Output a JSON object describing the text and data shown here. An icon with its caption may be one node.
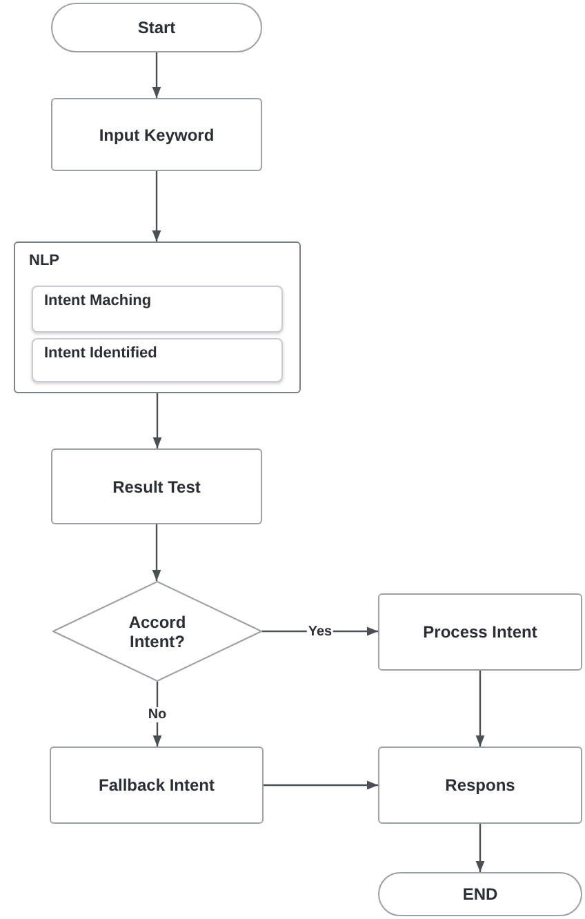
{
  "diagram": {
    "nodes": [
      {
        "text": [
          "Start"
        ]
      },
      {
        "text": [
          "Input Keyword"
        ]
      },
      {
        "text": [
          "NLP"
        ]
      },
      {
        "text": [
          "Intent Maching"
        ],
        "in": 2
      },
      {
        "text": [
          "Intent Identified"
        ],
        "in": 2
      },
      {
        "text": [
          "Result Test"
        ]
      },
      {
        "text": [
          "Accord Intent?"
        ]
      },
      {
        "text": [
          "Process Intent"
        ]
      },
      {
        "text": [
          "Fallback Intent"
        ]
      },
      {
        "text": [
          "Respons"
        ]
      },
      {
        "text": [
          "END"
        ]
      }
    ],
    "edges": [
      {
        "from": 0,
        "to": 1,
        "arrow": "to"
      },
      {
        "from": 1,
        "to": 2,
        "arrow": "to"
      },
      {
        "from": 2,
        "to": 5,
        "arrow": "to"
      },
      {
        "from": 5,
        "to": 6,
        "arrow": "to"
      },
      {
        "from": 6,
        "to": 7,
        "arrow": "to",
        "label": "Yes"
      },
      {
        "from": 6,
        "to": 8,
        "arrow": "to",
        "label": "No"
      },
      {
        "from": 7,
        "to": 9,
        "arrow": "to"
      },
      {
        "from": 8,
        "to": 9,
        "arrow": "to"
      },
      {
        "from": 9,
        "to": 10,
        "arrow": "to"
      }
    ]
  }
}
